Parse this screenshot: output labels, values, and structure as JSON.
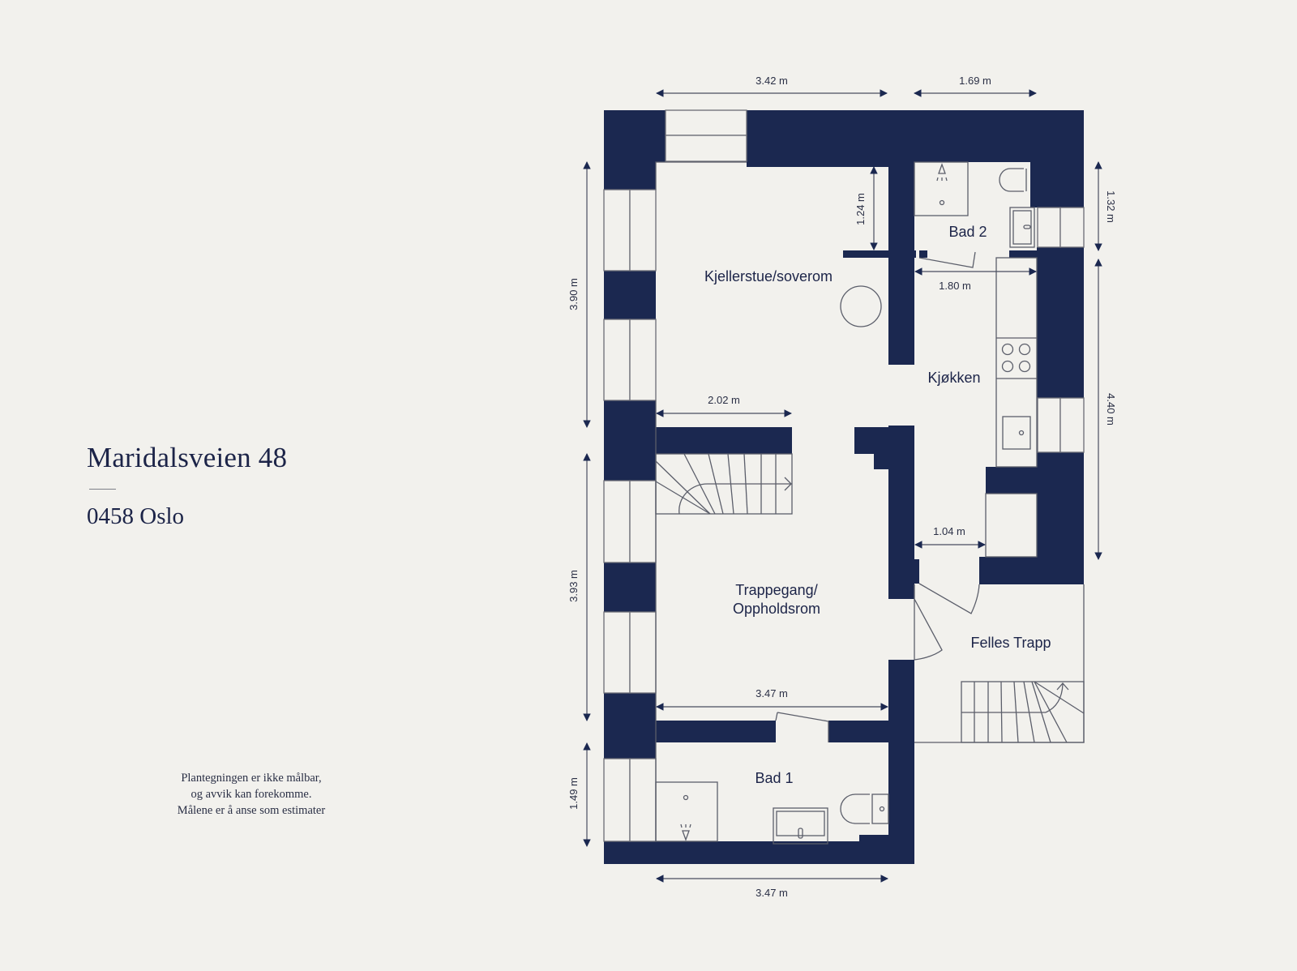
{
  "address": {
    "street": "Maridalsveien 48",
    "postal": "0458 Oslo"
  },
  "disclaimer": {
    "lines": [
      "Plantegningen er ikke målbar,",
      "og avvik kan forekomme.",
      "Målene er å anse som estimater"
    ]
  },
  "colors": {
    "background": "#f2f1ed",
    "wall": "#1b2850",
    "text": "#1c2448"
  },
  "rooms": {
    "kjellerstue": "Kjellerstue/soverom",
    "bad2": "Bad 2",
    "kjokken": "Kjøkken",
    "trappegang_line1": "Trappegang/",
    "trappegang_line2": "Oppholdsrom",
    "felles_trapp": "Felles Trapp",
    "bad1": "Bad 1"
  },
  "dimensions": {
    "top_left": "3.42 m",
    "top_right": "1.69 m",
    "bad2_height": "1.24 m",
    "bad2_width": "1.80 m",
    "stair_width": "2.02 m",
    "corridor_width": "1.04 m",
    "trappegang_width": "3.47 m",
    "bottom_width": "3.47 m",
    "left_upper": "3.90 m",
    "left_middle": "3.93 m",
    "left_lower": "1.49 m",
    "right_upper": "1.32 m",
    "right_lower": "4.40 m"
  }
}
